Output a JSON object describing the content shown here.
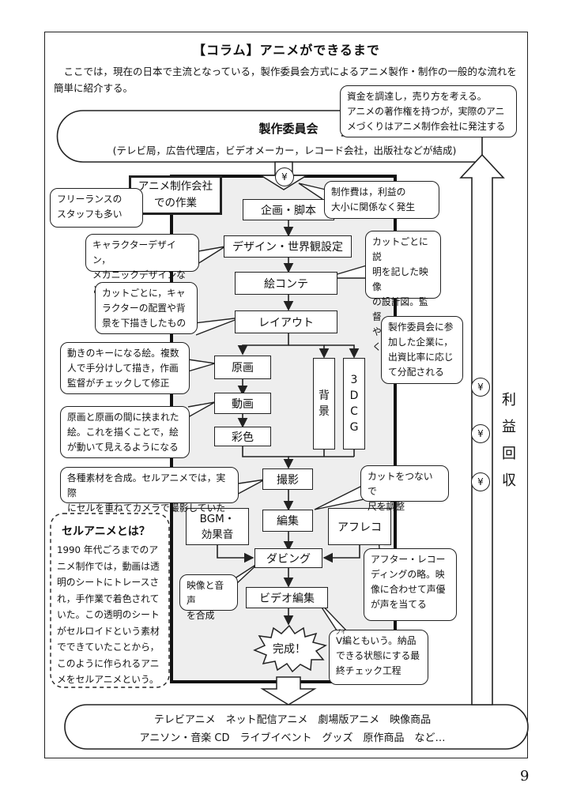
{
  "page": {
    "title": "【コラム】アニメができるまで",
    "intro": "ここでは，現在の日本で主流となっている，製作委員会方式によるアニメ製作・制作の一般的な流れを簡単に紹介する。",
    "page_number": "9"
  },
  "committee": {
    "title": "製作委員会",
    "members": "(テレビ局，広告代理店，ビデオメーカー，レコード会社，出版社などが結成)",
    "note": "資金を調達し，売り方を考える。\nアニメの著作権を持つが，実際のアニメづくりはアニメ制作会社に発注する"
  },
  "studio": {
    "label": "アニメ制作会社\nでの作業",
    "freelance_note": "フリーランスの\nスタッフも多い"
  },
  "money_symbol": "¥",
  "steps": {
    "planning": "企画・脚本",
    "design": "デザイン・世界観設定",
    "storyboard": "絵コンテ",
    "layout": "レイアウト",
    "key_animation": "原画",
    "inbetween": "動画",
    "coloring": "彩色",
    "background": "背\n景",
    "cg": "3\nD\nC\nG",
    "photography": "撮影",
    "editing": "編集",
    "bgm": "BGM・\n効果音",
    "afureco": "アフレコ",
    "dubbing": "ダビング",
    "video_edit": "ビデオ編集",
    "complete": "完成！"
  },
  "notes": {
    "cost": "制作費は，利益の\n大小に関係なく発生",
    "design": "キャラクターデザイン，\nメカニックデザインなど",
    "storyboard": "カットごとに説\n明を記した映像\nの設計図。監督\nや演出家が書く",
    "layout": "カットごとに，キャ\nラクターの配置や背\n景を下描きしたもの",
    "profit_share": "製作委員会に参\n加した企業に，\n出資比率に応じ\nて分配される",
    "key_animation": "動きのキーになる絵。複数\n人で手分けして描き，作画\n監督がチェックして修正",
    "inbetween": "原画と原画の間に挟まれた\n絵。これを描くことで，絵\nが動いて見えるようになる",
    "photography": "各種素材を合成。セルアニメでは，実際\nにセルを重ねてカメラで撮影していた",
    "editing": "カットをつないで\n尺を調整",
    "afureco": "アフター・レコー\nディングの略。映\n像に合わせて声優\nが声を当てる",
    "dubbing": "映像と音声\nを合成",
    "video_edit": "V編ともいう。納品\nできる状態にする最\n終チェック工程",
    "video_edit_ruby": "ブイ"
  },
  "profit": {
    "label": "利\n益\n回\n収"
  },
  "cel": {
    "title": "セルアニメとは？",
    "body": "1990 年代ごろまでのアニメ制作では，動画は透明のシートにトレースされ，手作業で着色されていた。この透明のシートがセルロイドという素材でできていたことから，このように作られるアニメをセルアニメという。"
  },
  "outputs": {
    "line1": "テレビアニメ　ネット配信アニメ　劇場版アニメ　映像商品",
    "line2": "アニソン・音楽 CD　ライブイベント　グッズ　原作商品　など…"
  }
}
